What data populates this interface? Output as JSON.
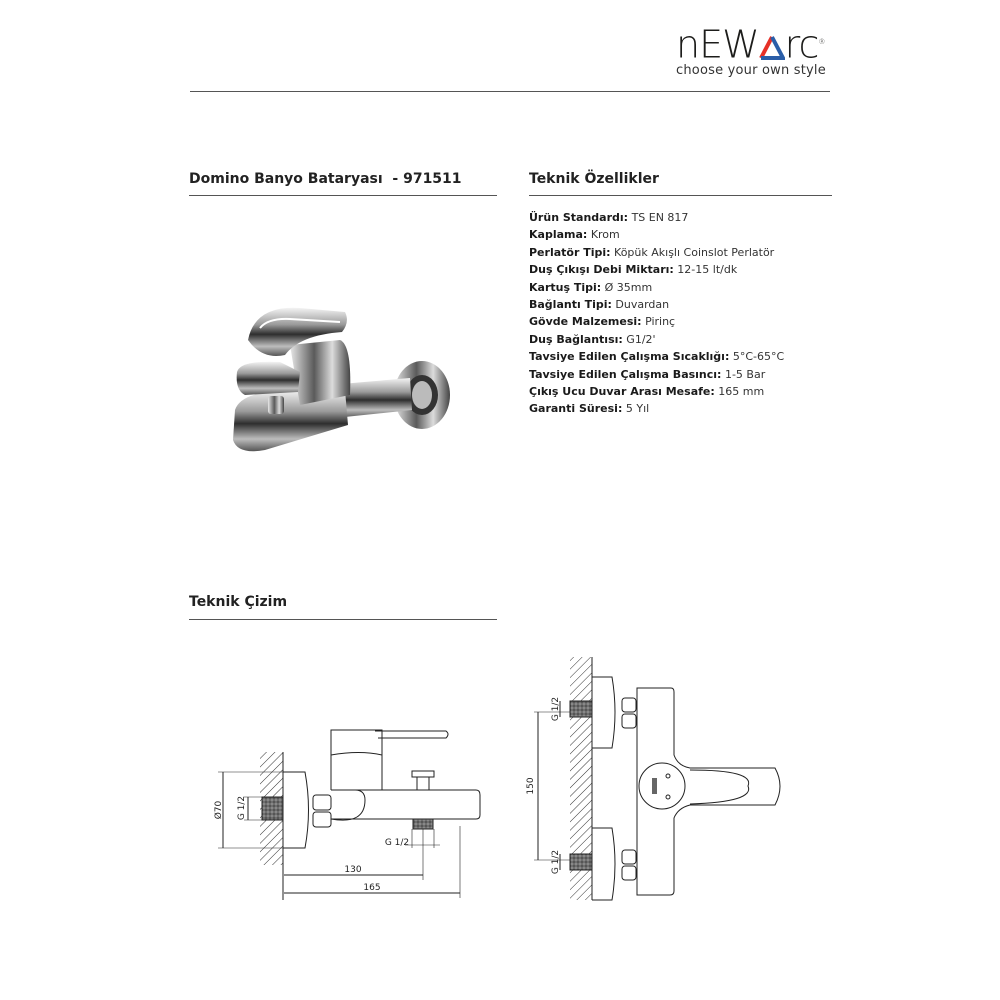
{
  "brand": {
    "logo_text": "newarc",
    "tagline": "choose your own style",
    "accent_red": "#e63027",
    "accent_blue": "#2a5ea8"
  },
  "product": {
    "title": "Domino Banyo Bataryası  - 971511",
    "image_alt": "faucet-photo"
  },
  "specs": {
    "title": "Teknik Özellikler",
    "items": [
      {
        "label": "Ürün Standardı:",
        "value": "TS EN 817"
      },
      {
        "label": "Kaplama:",
        "value": "Krom"
      },
      {
        "label": "Perlatör Tipi:",
        "value": "Köpük Akışlı Coinslot Perlatör"
      },
      {
        "label": "Duş Çıkışı Debi Miktarı:",
        "value": "12-15 lt/dk"
      },
      {
        "label": "Kartuş Tipi:",
        "value": "Ø 35mm"
      },
      {
        "label": "Bağlantı Tipi:",
        "value": "Duvardan"
      },
      {
        "label": "Gövde Malzemesi:",
        "value": "Pirinç"
      },
      {
        "label": "Duş Bağlantısı:",
        "value": "G1/2'"
      },
      {
        "label": "Tavsiye Edilen Çalışma Sıcaklığı:",
        "value": "5°C-65°C"
      },
      {
        "label": "Tavsiye Edilen Çalışma Basıncı:",
        "value": "1-5 Bar"
      },
      {
        "label": "Çıkış Ucu Duvar Arası Mesafe:",
        "value": "165 mm"
      },
      {
        "label": "Garanti Süresi:",
        "value": "5 Yıl"
      }
    ]
  },
  "drawing": {
    "title": "Teknik Çizim",
    "side": {
      "diameter": "Ø70",
      "thread_wall": "G 1/2",
      "thread_outlet": "G 1/2",
      "dim_outlet": "130",
      "dim_total": "165"
    },
    "front": {
      "dim_centers": "150",
      "thread_top": "G 1/2",
      "thread_bottom": "G 1/2"
    }
  }
}
